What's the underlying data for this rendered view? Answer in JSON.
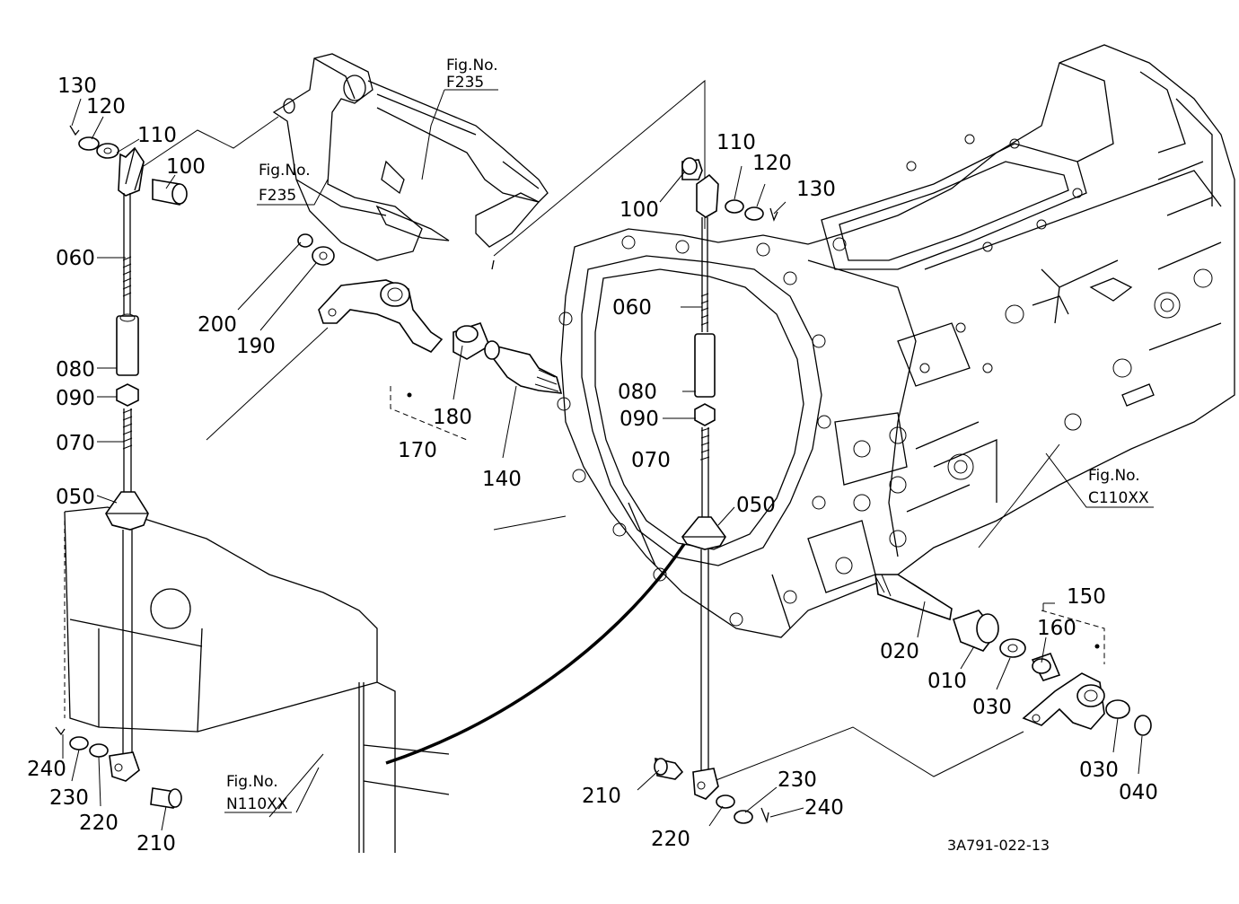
{
  "parts": [
    "130",
    "120",
    "110",
    "100",
    "060",
    "080",
    "090",
    "070",
    "050",
    "200",
    "190",
    "180",
    "170",
    "140",
    "020",
    "010",
    "030",
    "160",
    "150",
    "040",
    "210",
    "220",
    "230",
    "240"
  ],
  "figures": {
    "f235_top": {
      "line1": "Fig.No.",
      "line2": "F235"
    },
    "f235_left": {
      "line1": "Fig.No.",
      "line2": "F235"
    },
    "c110xx": {
      "line1": "Fig.No.",
      "line2": "C110XX"
    },
    "n110xx": {
      "line1": "Fig.No.",
      "line2": "N110XX"
    }
  },
  "drawing_number": "3A791-022-13"
}
